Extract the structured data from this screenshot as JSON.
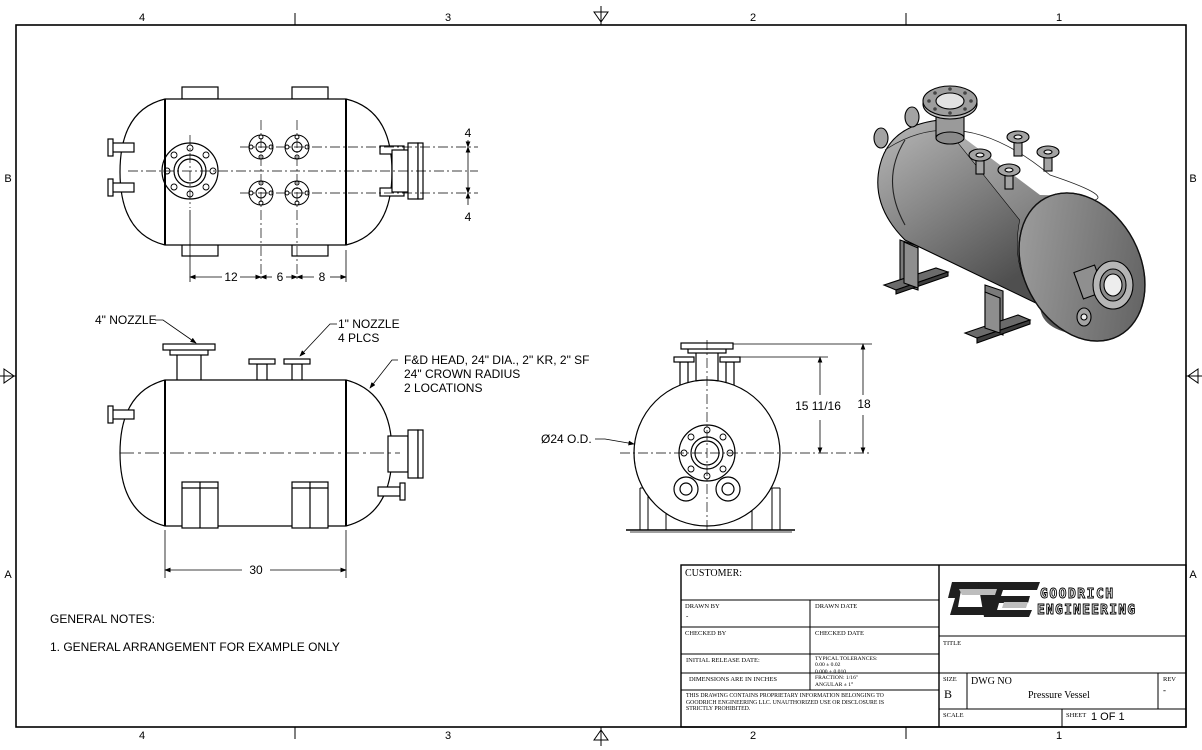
{
  "zones": {
    "top": [
      "4",
      "3",
      "2",
      "1"
    ],
    "side": [
      "B",
      "A"
    ]
  },
  "dimensions": {
    "top_spacing": [
      "12",
      "6",
      "8"
    ],
    "right_offsets": [
      "4",
      "4"
    ],
    "length": "30",
    "height_a": "15 11/16",
    "height_b": "18",
    "diameter": "Ø24 O.D."
  },
  "callouts": {
    "nozzle_4": "4\" NOZZLE",
    "nozzle_1_line1": "1\" NOZZLE",
    "nozzle_1_line2": "4 PLCS",
    "head_line1": "F&D HEAD, 24\" DIA., 2\" KR, 2\" SF",
    "head_line2": "24\" CROWN RADIUS",
    "head_line3": "2 LOCATIONS"
  },
  "notes": {
    "title": "GENERAL NOTES:",
    "items": [
      "1. GENERAL ARRANGEMENT FOR EXAMPLE ONLY"
    ]
  },
  "title_block": {
    "customer": "CUSTOMER:",
    "drawn_by": "DRAWN BY",
    "drawn_by_value": "-",
    "drawn_date": "DRAWN DATE",
    "checked_by": "CHECKED BY",
    "checked_date": "CHECKED DATE",
    "initial_release": "INITIAL RELEASE DATE:",
    "dimensions_units": "DIMENSIONS ARE IN INCHES",
    "tolerances": [
      "TYPICAL TOLERANCES:",
      "0.00 ± 0.02",
      "0.000 ± 0.010",
      "FRACTION: 1/16\"",
      "ANGULAR ± 1°"
    ],
    "proprietary": [
      "THIS DRAWING CONTAINS PROPRIETARY INFORMATION BELONGING TO",
      "GOODRICH ENGINEERING LLC. UNAUTHORIZED USE OR DISCLOSURE IS",
      "STRICTLY PROHIBITED."
    ],
    "company_line1": "GOODRICH",
    "company_line2": "ENGINEERING",
    "title_label": "TITLE",
    "size_label": "SIZE",
    "size_value": "B",
    "dwg_no_label": "DWG NO",
    "dwg_title": "Pressure Vessel",
    "rev_label": "REV",
    "rev_value": "-",
    "scale_label": "SCALE",
    "sheet_label": "SHEET",
    "sheet_value": "1 OF 1"
  }
}
